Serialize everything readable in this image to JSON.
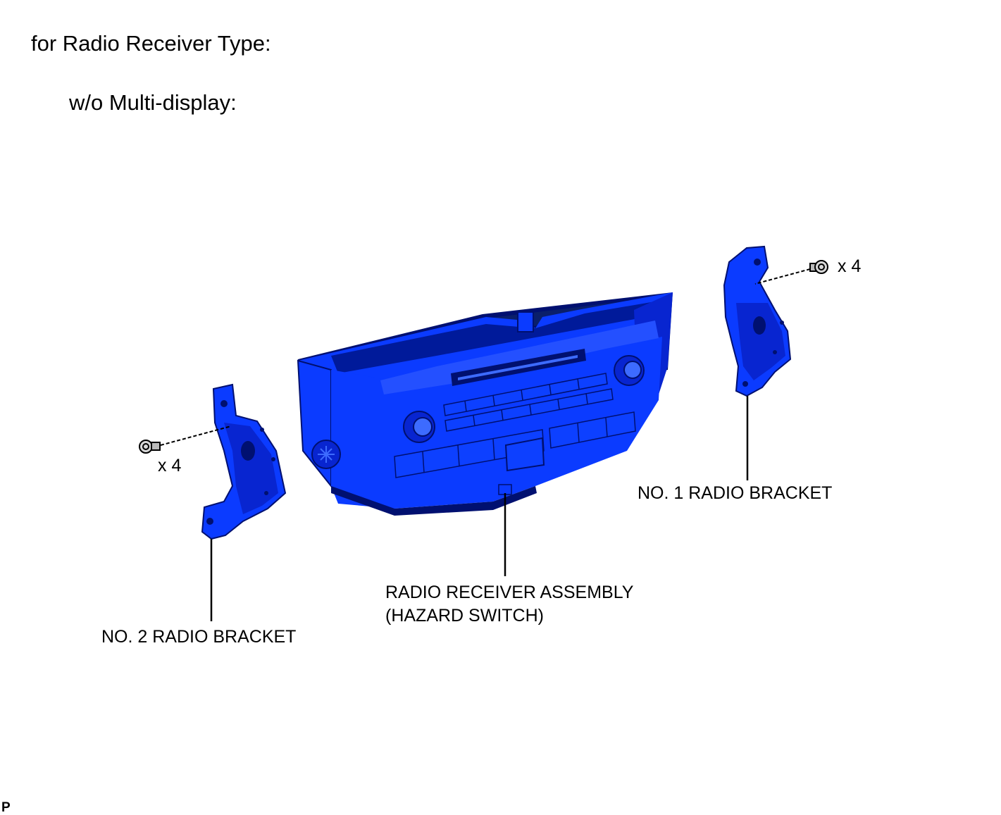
{
  "heading": "for Radio Receiver Type:",
  "subheading": "w/o Multi-display:",
  "labels": {
    "no2_bracket": "NO. 2 RADIO BRACKET",
    "no1_bracket": "NO. 1 RADIO BRACKET",
    "receiver_line1": "RADIO RECEIVER ASSEMBLY",
    "receiver_line2": "(HAZARD SWITCH)"
  },
  "quantities": {
    "left_screws": "x 4",
    "right_screws": "x 4"
  },
  "corner_mark": "P",
  "colors": {
    "part_fill": "#0b3bff",
    "part_dark": "#0020b8",
    "part_shadow": "#001070",
    "part_light": "#3d6bff",
    "line": "#000000"
  }
}
